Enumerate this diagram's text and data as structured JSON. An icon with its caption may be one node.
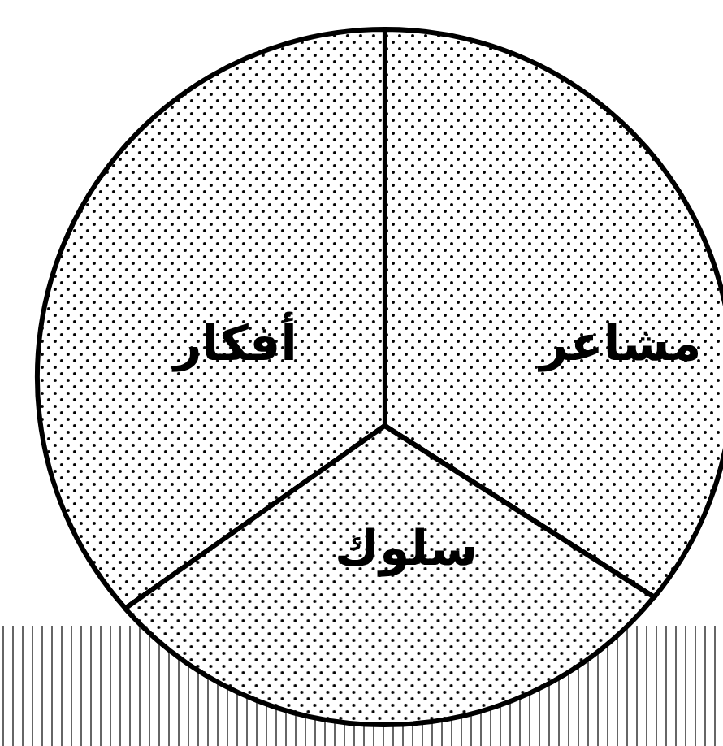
{
  "diagram": {
    "nodes": [
      {
        "text": [
          "أفكار"
        ]
      },
      {
        "text": [
          "مشاعر"
        ]
      },
      {
        "text": [
          "سلوك"
        ]
      }
    ]
  }
}
